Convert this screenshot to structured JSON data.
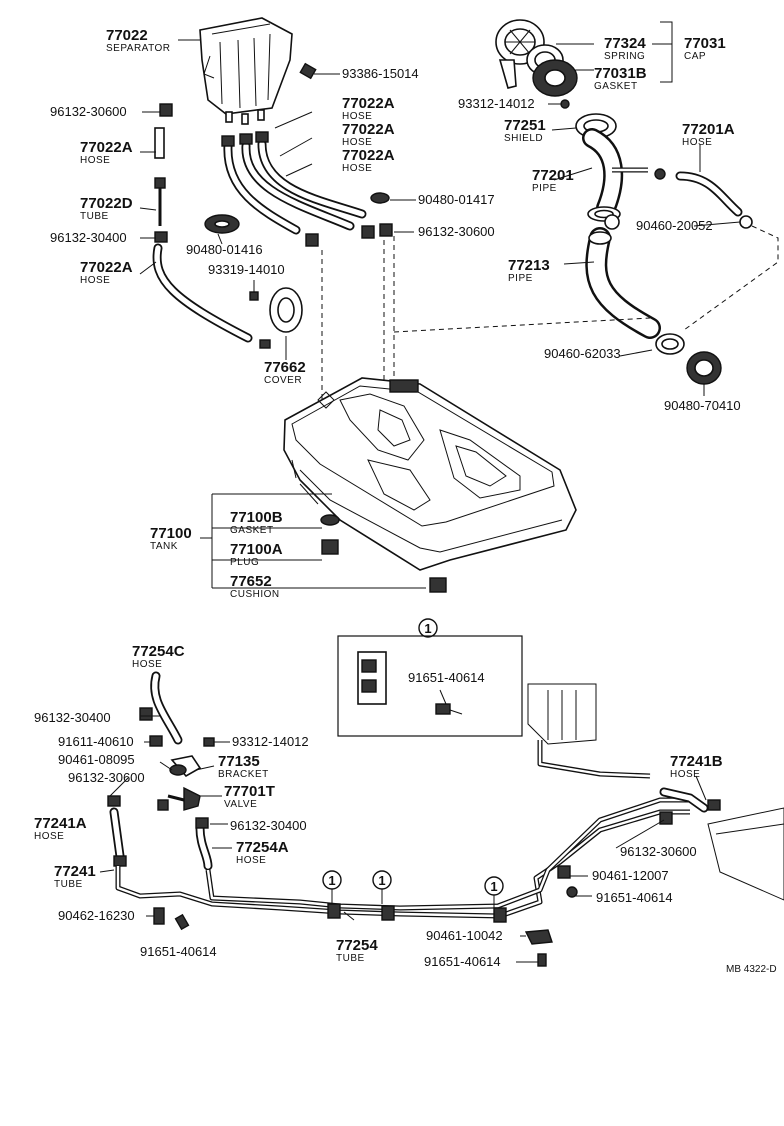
{
  "diagram_code": "MB 4322-D",
  "callouts": [
    {
      "id": "c77022",
      "part": "77022",
      "desc": "SEPARATOR"
    },
    {
      "id": "c93386",
      "part": "93386-15014",
      "desc": ""
    },
    {
      "id": "c77324",
      "part": "77324",
      "desc": "SPRING"
    },
    {
      "id": "c77031",
      "part": "77031",
      "desc": "CAP"
    },
    {
      "id": "c77031b",
      "part": "77031B",
      "desc": "GASKET"
    },
    {
      "id": "c96132a",
      "part": "96132-30600",
      "desc": ""
    },
    {
      "id": "c77022a1",
      "part": "77022A",
      "desc": "HOSE"
    },
    {
      "id": "c77022a2",
      "part": "77022A",
      "desc": "HOSE"
    },
    {
      "id": "c77022a3",
      "part": "77022A",
      "desc": "HOSE"
    },
    {
      "id": "c93312a",
      "part": "93312-14012",
      "desc": ""
    },
    {
      "id": "c77251",
      "part": "77251",
      "desc": "SHIELD"
    },
    {
      "id": "c77201a",
      "part": "77201A",
      "desc": "HOSE"
    },
    {
      "id": "c77022a4",
      "part": "77022A",
      "desc": "HOSE"
    },
    {
      "id": "c77201",
      "part": "77201",
      "desc": "PIPE"
    },
    {
      "id": "c90480a",
      "part": "90480-01417",
      "desc": ""
    },
    {
      "id": "c77022d",
      "part": "77022D",
      "desc": "TUBE"
    },
    {
      "id": "c90460a",
      "part": "90460-20052",
      "desc": ""
    },
    {
      "id": "c96132b",
      "part": "96132-30400",
      "desc": ""
    },
    {
      "id": "c90480b",
      "part": "90480-01416",
      "desc": ""
    },
    {
      "id": "c96132c",
      "part": "96132-30600",
      "desc": ""
    },
    {
      "id": "c77022a5",
      "part": "77022A",
      "desc": "HOSE"
    },
    {
      "id": "c93319",
      "part": "93319-14010",
      "desc": ""
    },
    {
      "id": "c77213",
      "part": "77213",
      "desc": "PIPE"
    },
    {
      "id": "c90460b",
      "part": "90460-62033",
      "desc": ""
    },
    {
      "id": "c77662",
      "part": "77662",
      "desc": "COVER"
    },
    {
      "id": "c90480c",
      "part": "90480-70410",
      "desc": ""
    },
    {
      "id": "c77100b",
      "part": "77100B",
      "desc": "GASKET"
    },
    {
      "id": "c77100",
      "part": "77100",
      "desc": "TANK"
    },
    {
      "id": "c77100a",
      "part": "77100A",
      "desc": "PLUG"
    },
    {
      "id": "c77652",
      "part": "77652",
      "desc": "CUSHION"
    },
    {
      "id": "c91651a",
      "part": "91651-40614",
      "desc": ""
    },
    {
      "id": "c77254c",
      "part": "77254C",
      "desc": "HOSE"
    },
    {
      "id": "c96132d",
      "part": "96132-30400",
      "desc": ""
    },
    {
      "id": "c91611",
      "part": "91611-40610",
      "desc": ""
    },
    {
      "id": "c93312b",
      "part": "93312-14012",
      "desc": ""
    },
    {
      "id": "c90461a",
      "part": "90461-08095",
      "desc": ""
    },
    {
      "id": "c77135",
      "part": "77135",
      "desc": "BRACKET"
    },
    {
      "id": "c96132e",
      "part": "96132-30600",
      "desc": ""
    },
    {
      "id": "c77701t",
      "part": "77701T",
      "desc": "VALVE"
    },
    {
      "id": "c77241b",
      "part": "77241B",
      "desc": "HOSE"
    },
    {
      "id": "c77241a",
      "part": "77241A",
      "desc": "HOSE"
    },
    {
      "id": "c96132f",
      "part": "96132-30400",
      "desc": ""
    },
    {
      "id": "c77254a",
      "part": "77254A",
      "desc": "HOSE"
    },
    {
      "id": "c96132g",
      "part": "96132-30600",
      "desc": ""
    },
    {
      "id": "c77241",
      "part": "77241",
      "desc": "TUBE"
    },
    {
      "id": "c90461b",
      "part": "90461-12007",
      "desc": ""
    },
    {
      "id": "c91651b",
      "part": "91651-40614",
      "desc": ""
    },
    {
      "id": "c90462",
      "part": "90462-16230",
      "desc": ""
    },
    {
      "id": "c77254",
      "part": "77254",
      "desc": "TUBE"
    },
    {
      "id": "c90461c",
      "part": "90461-10042",
      "desc": ""
    },
    {
      "id": "c91651c",
      "part": "91651-40614",
      "desc": ""
    },
    {
      "id": "c91651d",
      "part": "91651-40614",
      "desc": ""
    }
  ],
  "ref_marks": [
    {
      "id": "r_box",
      "label": "1"
    },
    {
      "id": "r1",
      "label": "1"
    },
    {
      "id": "r2",
      "label": "1"
    },
    {
      "id": "r3",
      "label": "1"
    }
  ]
}
